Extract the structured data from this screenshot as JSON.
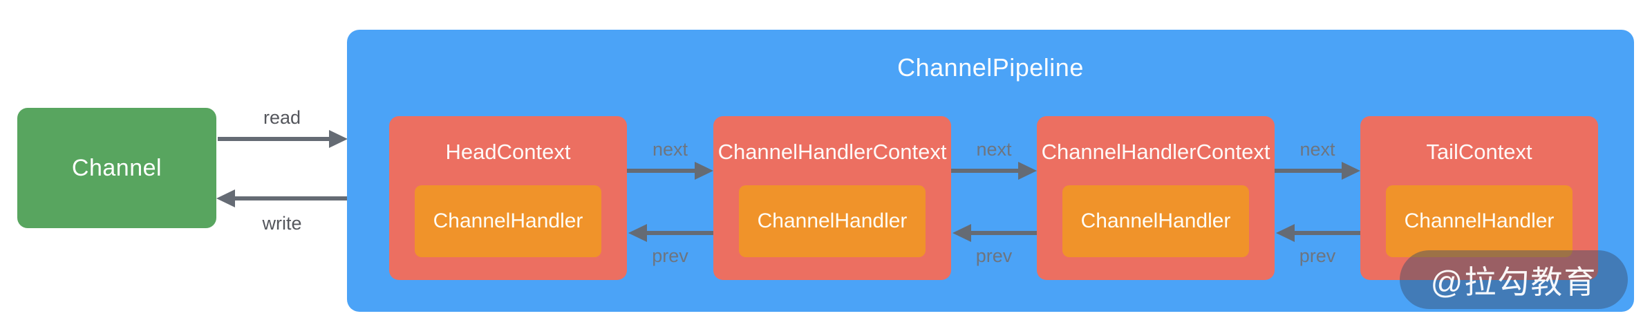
{
  "channel": {
    "label": "Channel"
  },
  "channel_links": {
    "read": "read",
    "write": "write"
  },
  "pipeline": {
    "title": "ChannelPipeline",
    "link_labels": {
      "next": "next",
      "prev": "prev"
    },
    "nodes": [
      {
        "title": "HeadContext",
        "handler": "ChannelHandler"
      },
      {
        "title": "ChannelHandlerContext",
        "handler": "ChannelHandler"
      },
      {
        "title": "ChannelHandlerContext",
        "handler": "ChannelHandler"
      },
      {
        "title": "TailContext",
        "handler": "ChannelHandler"
      }
    ]
  },
  "watermark": {
    "text": "@拉勾教育"
  },
  "colors": {
    "channel_green": "#58a55f",
    "pipeline_blue": "#4ba3f7",
    "context_red": "#ec6f61",
    "handler_orange": "#f0932a",
    "arrow_gray": "#656b74",
    "watermark_background": "rgba(55,75,105,0.45)"
  }
}
